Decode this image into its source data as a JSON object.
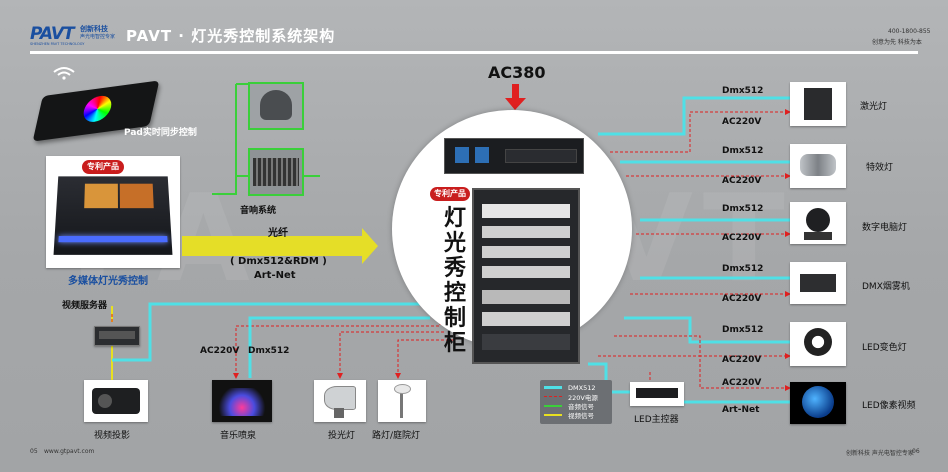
{
  "header": {
    "logo_text": "PAVT",
    "logo_company_cn": "创新科技",
    "logo_sub_cn": "声光电智控专家",
    "logo_sub_en": "SHENZHEN PAVT TECHNOLOGY",
    "title": "PAVT · 灯光秀控制系统架构",
    "hotline": "400-1800-855",
    "slogan": "创意为先  科技为本"
  },
  "footer": {
    "left_page": "05",
    "website": "www.gtpavt.com",
    "right_text": "创新科技 声光电智控专家",
    "right_page": "06"
  },
  "center": {
    "power": "AC380",
    "patent_badge": "专利产品",
    "cabinet_title": "灯光秀控制柜"
  },
  "left": {
    "pad_label": "Pad实时同步控制",
    "patent_badge": "专利产品",
    "console_label": "多媒体灯光秀控制",
    "audio_label": "音响系统",
    "fiber_label": "光纤",
    "protocol_line1": "( Dmx512&RDM )",
    "protocol_line2": "Art-Net",
    "video_server_label": "视频服务器"
  },
  "bottom": {
    "ac_label": "AC220V",
    "dmx_label": "Dmx512",
    "devices": [
      {
        "label": "视频投影"
      },
      {
        "label": "音乐喷泉"
      },
      {
        "label": "投光灯"
      },
      {
        "label": "路灯/庭院灯"
      }
    ],
    "led_controller": "LED主控器",
    "artnet": "Art-Net",
    "legend": [
      {
        "text": "DMX512",
        "color": "#4fe0e6"
      },
      {
        "text": "220V电源",
        "color": "#e02020"
      },
      {
        "text": "音频信号",
        "color": "#3acf3a"
      },
      {
        "text": "视频信号",
        "color": "#e8e020"
      }
    ]
  },
  "right": {
    "rows": [
      {
        "dmx": "Dmx512",
        "ac": "AC220V",
        "label": "激光灯"
      },
      {
        "dmx": "Dmx512",
        "ac": "AC220V",
        "label": "特效灯"
      },
      {
        "dmx": "Dmx512",
        "ac": "AC220V",
        "label": "数字电脑灯"
      },
      {
        "dmx": "Dmx512",
        "ac": "AC220V",
        "label": "DMX烟雾机"
      },
      {
        "dmx": "Dmx512",
        "ac": "AC220V",
        "label": "LED变色灯"
      }
    ],
    "led_pixel": {
      "ac": "AC220V",
      "artnet": "Art-Net",
      "label": "LED像素视频"
    }
  },
  "colors": {
    "dmx": "#4fe0e6",
    "power": "#e02020",
    "audio": "#3acf3a",
    "video": "#e8e020",
    "brand_blue": "#1a4fa0"
  }
}
